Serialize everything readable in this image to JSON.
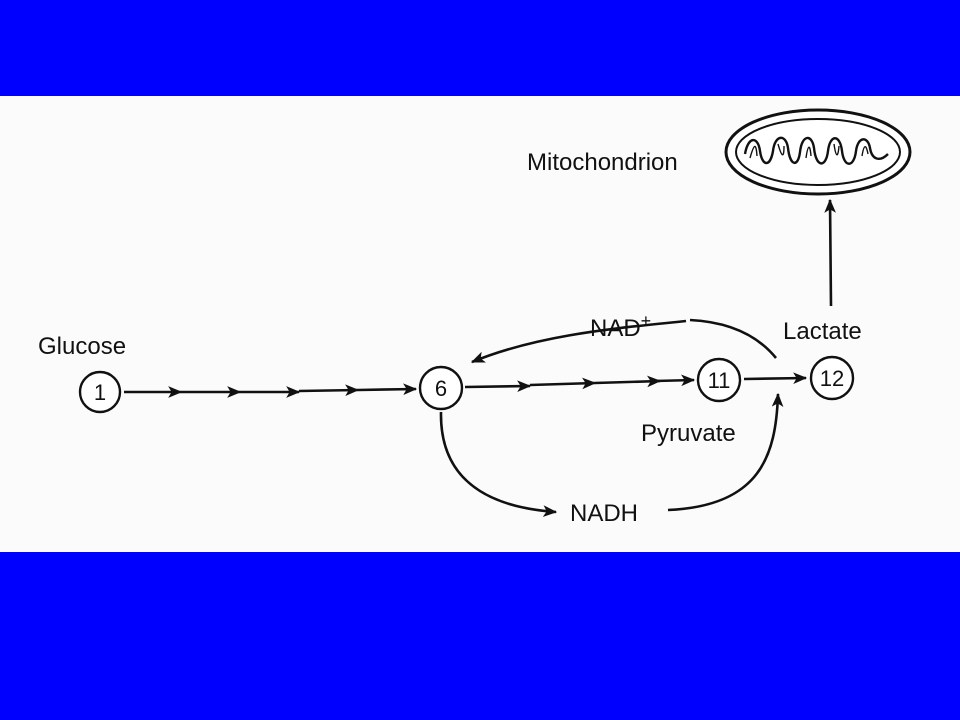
{
  "colors": {
    "frame": "#0000ff",
    "panel": "#fbfbfb",
    "ink": "#111111"
  },
  "labels": {
    "glucose": "Glucose",
    "pyruvate": "Pyruvate",
    "lactate": "Lactate",
    "mitochondrion": "Mitochondrion",
    "nad_plus": "NAD",
    "nad_plus_sup": "+",
    "nadh": "NADH"
  },
  "nodes": {
    "n1": "1",
    "n6": "6",
    "n11": "11",
    "n12": "12"
  },
  "icons": [
    "mitochondrion-icon"
  ]
}
